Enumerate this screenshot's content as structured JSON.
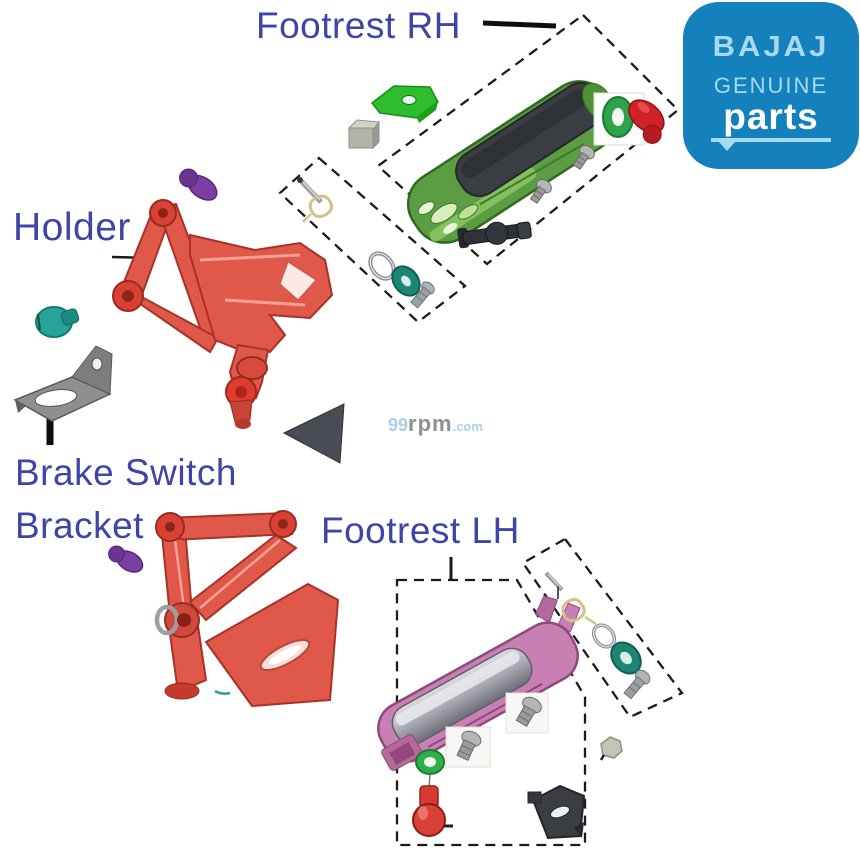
{
  "labels": {
    "footrest_rh": "Footrest RH",
    "holder": "Holder",
    "brake_switch_line1": "Brake Switch",
    "brake_switch_line2": "Bracket",
    "footrest_lh": "Footrest LH"
  },
  "badge": {
    "brand": "BAJAJ",
    "line1": "GENUINE",
    "line2": "parts"
  },
  "watermark": {
    "prefix": "99",
    "mid": "rpm",
    "suffix": ".com"
  },
  "colors": {
    "label_text": "#3e44a8",
    "badge_bg": "#1480bc",
    "badge_light": "#a5daf2",
    "badge_white": "#ffffff",
    "watermark_blue": "#a9cfe9",
    "watermark_gray": "#8d8f94",
    "holder_red": "#e0584a",
    "holder_red_dark": "#a93226",
    "footrest_green": "#5c9c42",
    "pad_dark": "#3a3e42",
    "footrest_pink": "#c87fb4",
    "washer_teal": "#1d8574",
    "bolt_teal": "#27a398",
    "bolt_purple": "#7b3fa3",
    "part_green": "#2ebd2e",
    "part_red": "#cf2127",
    "clip_gold": "#d4c08a",
    "metal_gray": "#9aa0a6",
    "dark_part": "#3a3d42",
    "dash_line": "#1b1b1b"
  }
}
